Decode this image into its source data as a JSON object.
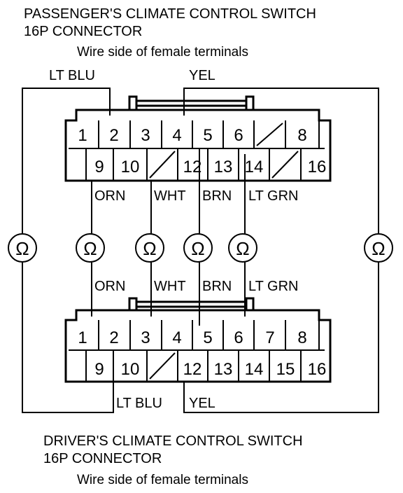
{
  "passenger": {
    "title_line1": "PASSENGER'S CLIMATE CONTROL SWITCH",
    "title_line2": "16P CONNECTOR",
    "subtitle": "Wire side of female terminals",
    "top_pins": [
      "1",
      "2",
      "3",
      "4",
      "5",
      "6",
      "",
      "8"
    ],
    "bottom_pins": [
      "9",
      "10",
      "",
      "12",
      "13",
      "14",
      "",
      "16"
    ]
  },
  "driver": {
    "title_line1": "DRIVER'S CLIMATE CONTROL SWITCH",
    "title_line2": "16P CONNECTOR",
    "subtitle": "Wire side of female terminals",
    "top_pins": [
      "1",
      "2",
      "3",
      "4",
      "5",
      "6",
      "7",
      "8"
    ],
    "bottom_pins": [
      "9",
      "10",
      "",
      "12",
      "13",
      "14",
      "15",
      "16"
    ]
  },
  "wires": {
    "lt_blu": "LT BLU",
    "yel": "YEL",
    "orn": "ORN",
    "wht": "WHT",
    "brn": "BRN",
    "lt_grn": "LT GRN"
  },
  "meter_symbol": "Ω"
}
